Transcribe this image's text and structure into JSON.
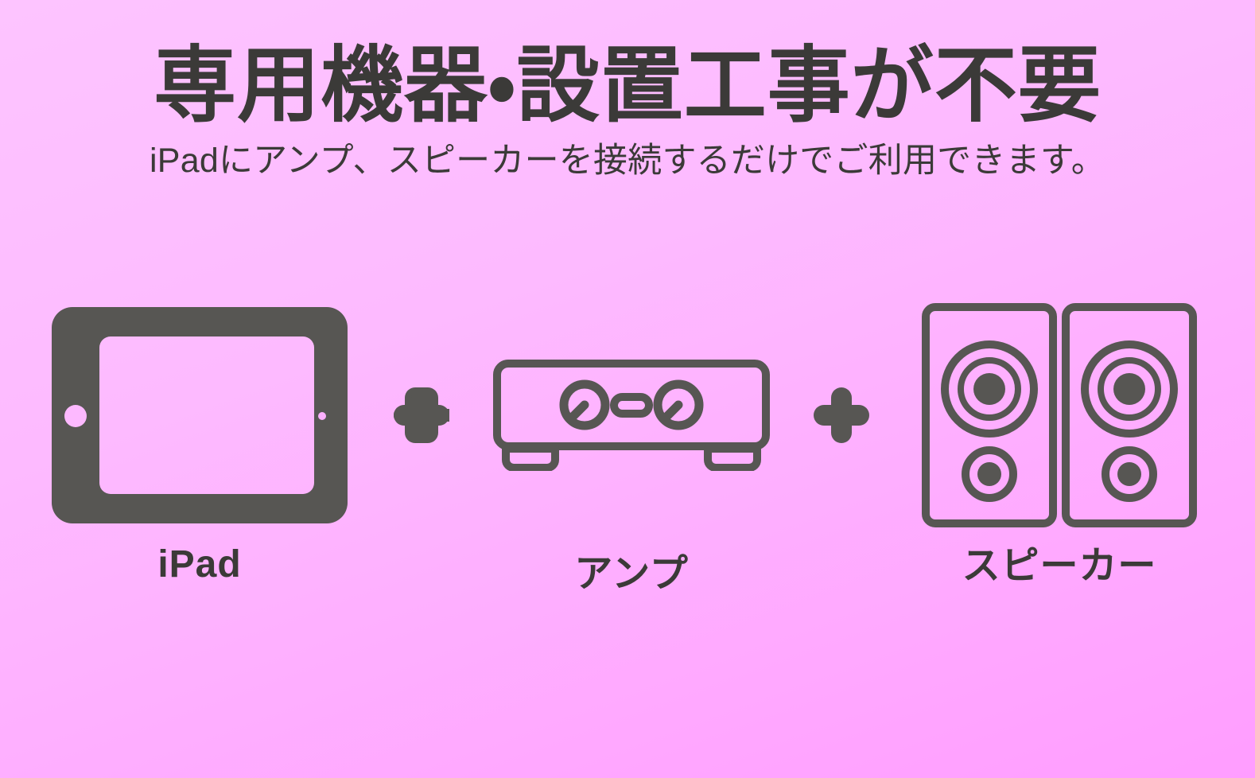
{
  "slide": {
    "title": "専用機器・設置工事が不要",
    "subtitle": "iPadにアンプ、スピーカーを接続するだけでご利用できます。",
    "background_top_color": "#FDC4FF",
    "background_bottom_color": "#FF9DFF",
    "ink_color": "#3B3A38",
    "icon_color": "#575653"
  },
  "equation": {
    "items": [
      {
        "id": "ipad",
        "caption": "iPad",
        "icon": "tablet-icon"
      },
      {
        "id": "amp",
        "caption": "アンプ",
        "icon": "amplifier-icon"
      },
      {
        "id": "speaker",
        "caption": "スピーカー",
        "icon": "speakers-icon"
      }
    ],
    "operators": [
      {
        "id": "plus-1",
        "symbol": "+",
        "icon": "plus-icon"
      },
      {
        "id": "plus-2",
        "symbol": "+",
        "icon": "plus-icon"
      }
    ]
  }
}
